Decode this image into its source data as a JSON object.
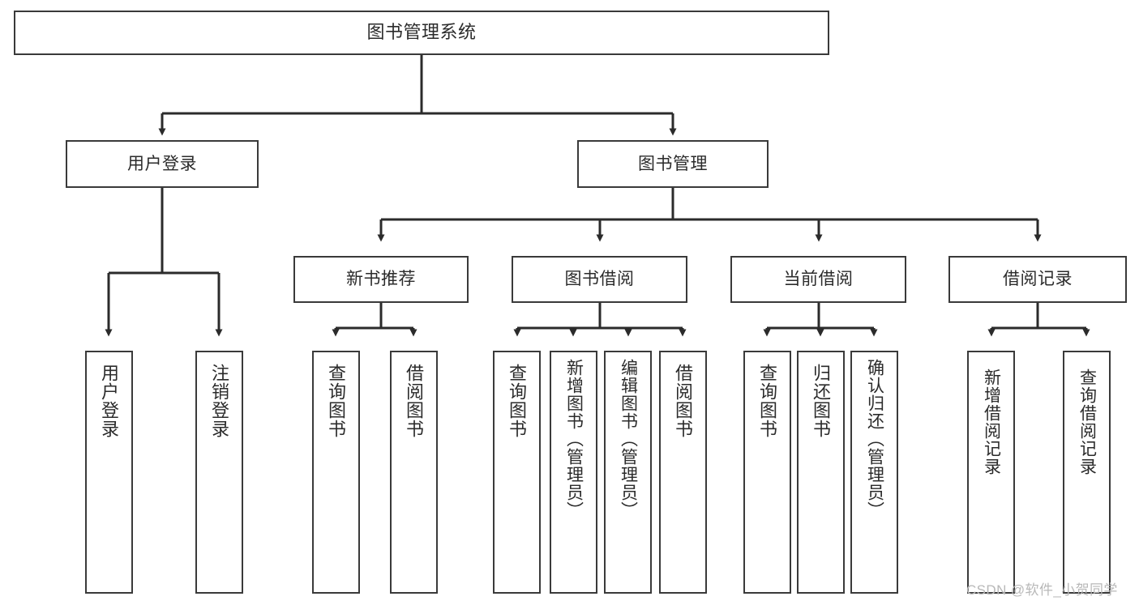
{
  "diagram": {
    "type": "tree-hierarchy",
    "title": "图书管理系统",
    "watermark": "CSDN @软件_小贺同学",
    "colors": {
      "box_border": "#3a3a3a",
      "box_fill": "#ffffff",
      "connector": "#2b2b2b",
      "text": "#2b2b2b",
      "watermark": "#b8b8b8",
      "background": "#ffffff"
    },
    "levels": {
      "root": {
        "id": "root",
        "label": "图书管理系统",
        "orientation": "horizontal"
      },
      "level2": [
        {
          "id": "user-login",
          "label": "用户登录",
          "orientation": "horizontal"
        },
        {
          "id": "book-manage",
          "label": "图书管理",
          "orientation": "horizontal"
        }
      ],
      "level3": [
        {
          "id": "new-book-rec",
          "label": "新书推荐",
          "orientation": "horizontal",
          "parent": "book-manage"
        },
        {
          "id": "book-borrow",
          "label": "图书借阅",
          "orientation": "horizontal",
          "parent": "book-manage"
        },
        {
          "id": "current-borrow",
          "label": "当前借阅",
          "orientation": "horizontal",
          "parent": "book-manage"
        },
        {
          "id": "borrow-record",
          "label": "借阅记录",
          "orientation": "horizontal",
          "parent": "book-manage"
        }
      ],
      "leaves": [
        {
          "id": "leaf-user-login",
          "label": "用户登录",
          "orientation": "vertical",
          "parent": "user-login"
        },
        {
          "id": "leaf-logout",
          "label": "注销登录",
          "orientation": "vertical",
          "parent": "user-login"
        },
        {
          "id": "leaf-query-book-rec",
          "label": "查询图书",
          "orientation": "vertical",
          "parent": "new-book-rec"
        },
        {
          "id": "leaf-borrow-book-rec",
          "label": "借阅图书",
          "orientation": "vertical",
          "parent": "new-book-rec"
        },
        {
          "id": "leaf-query-book-borrow",
          "label": "查询图书",
          "orientation": "vertical",
          "parent": "book-borrow"
        },
        {
          "id": "leaf-add-book",
          "label": "新增图书（管理员）",
          "orientation": "vertical",
          "parent": "book-borrow"
        },
        {
          "id": "leaf-edit-book",
          "label": "编辑图书（管理员）",
          "orientation": "vertical",
          "parent": "book-borrow"
        },
        {
          "id": "leaf-borrow-book",
          "label": "借阅图书",
          "orientation": "vertical",
          "parent": "book-borrow"
        },
        {
          "id": "leaf-query-book-current",
          "label": "查询图书",
          "orientation": "vertical",
          "parent": "current-borrow"
        },
        {
          "id": "leaf-return-book",
          "label": "归还图书",
          "orientation": "vertical",
          "parent": "current-borrow"
        },
        {
          "id": "leaf-confirm-return",
          "label": "确认归还（管理员）",
          "orientation": "vertical",
          "parent": "current-borrow"
        },
        {
          "id": "leaf-add-record",
          "label": "新增借阅记录",
          "orientation": "vertical",
          "parent": "borrow-record"
        },
        {
          "id": "leaf-query-record",
          "label": "查询借阅记录",
          "orientation": "vertical",
          "parent": "borrow-record"
        }
      ]
    }
  }
}
